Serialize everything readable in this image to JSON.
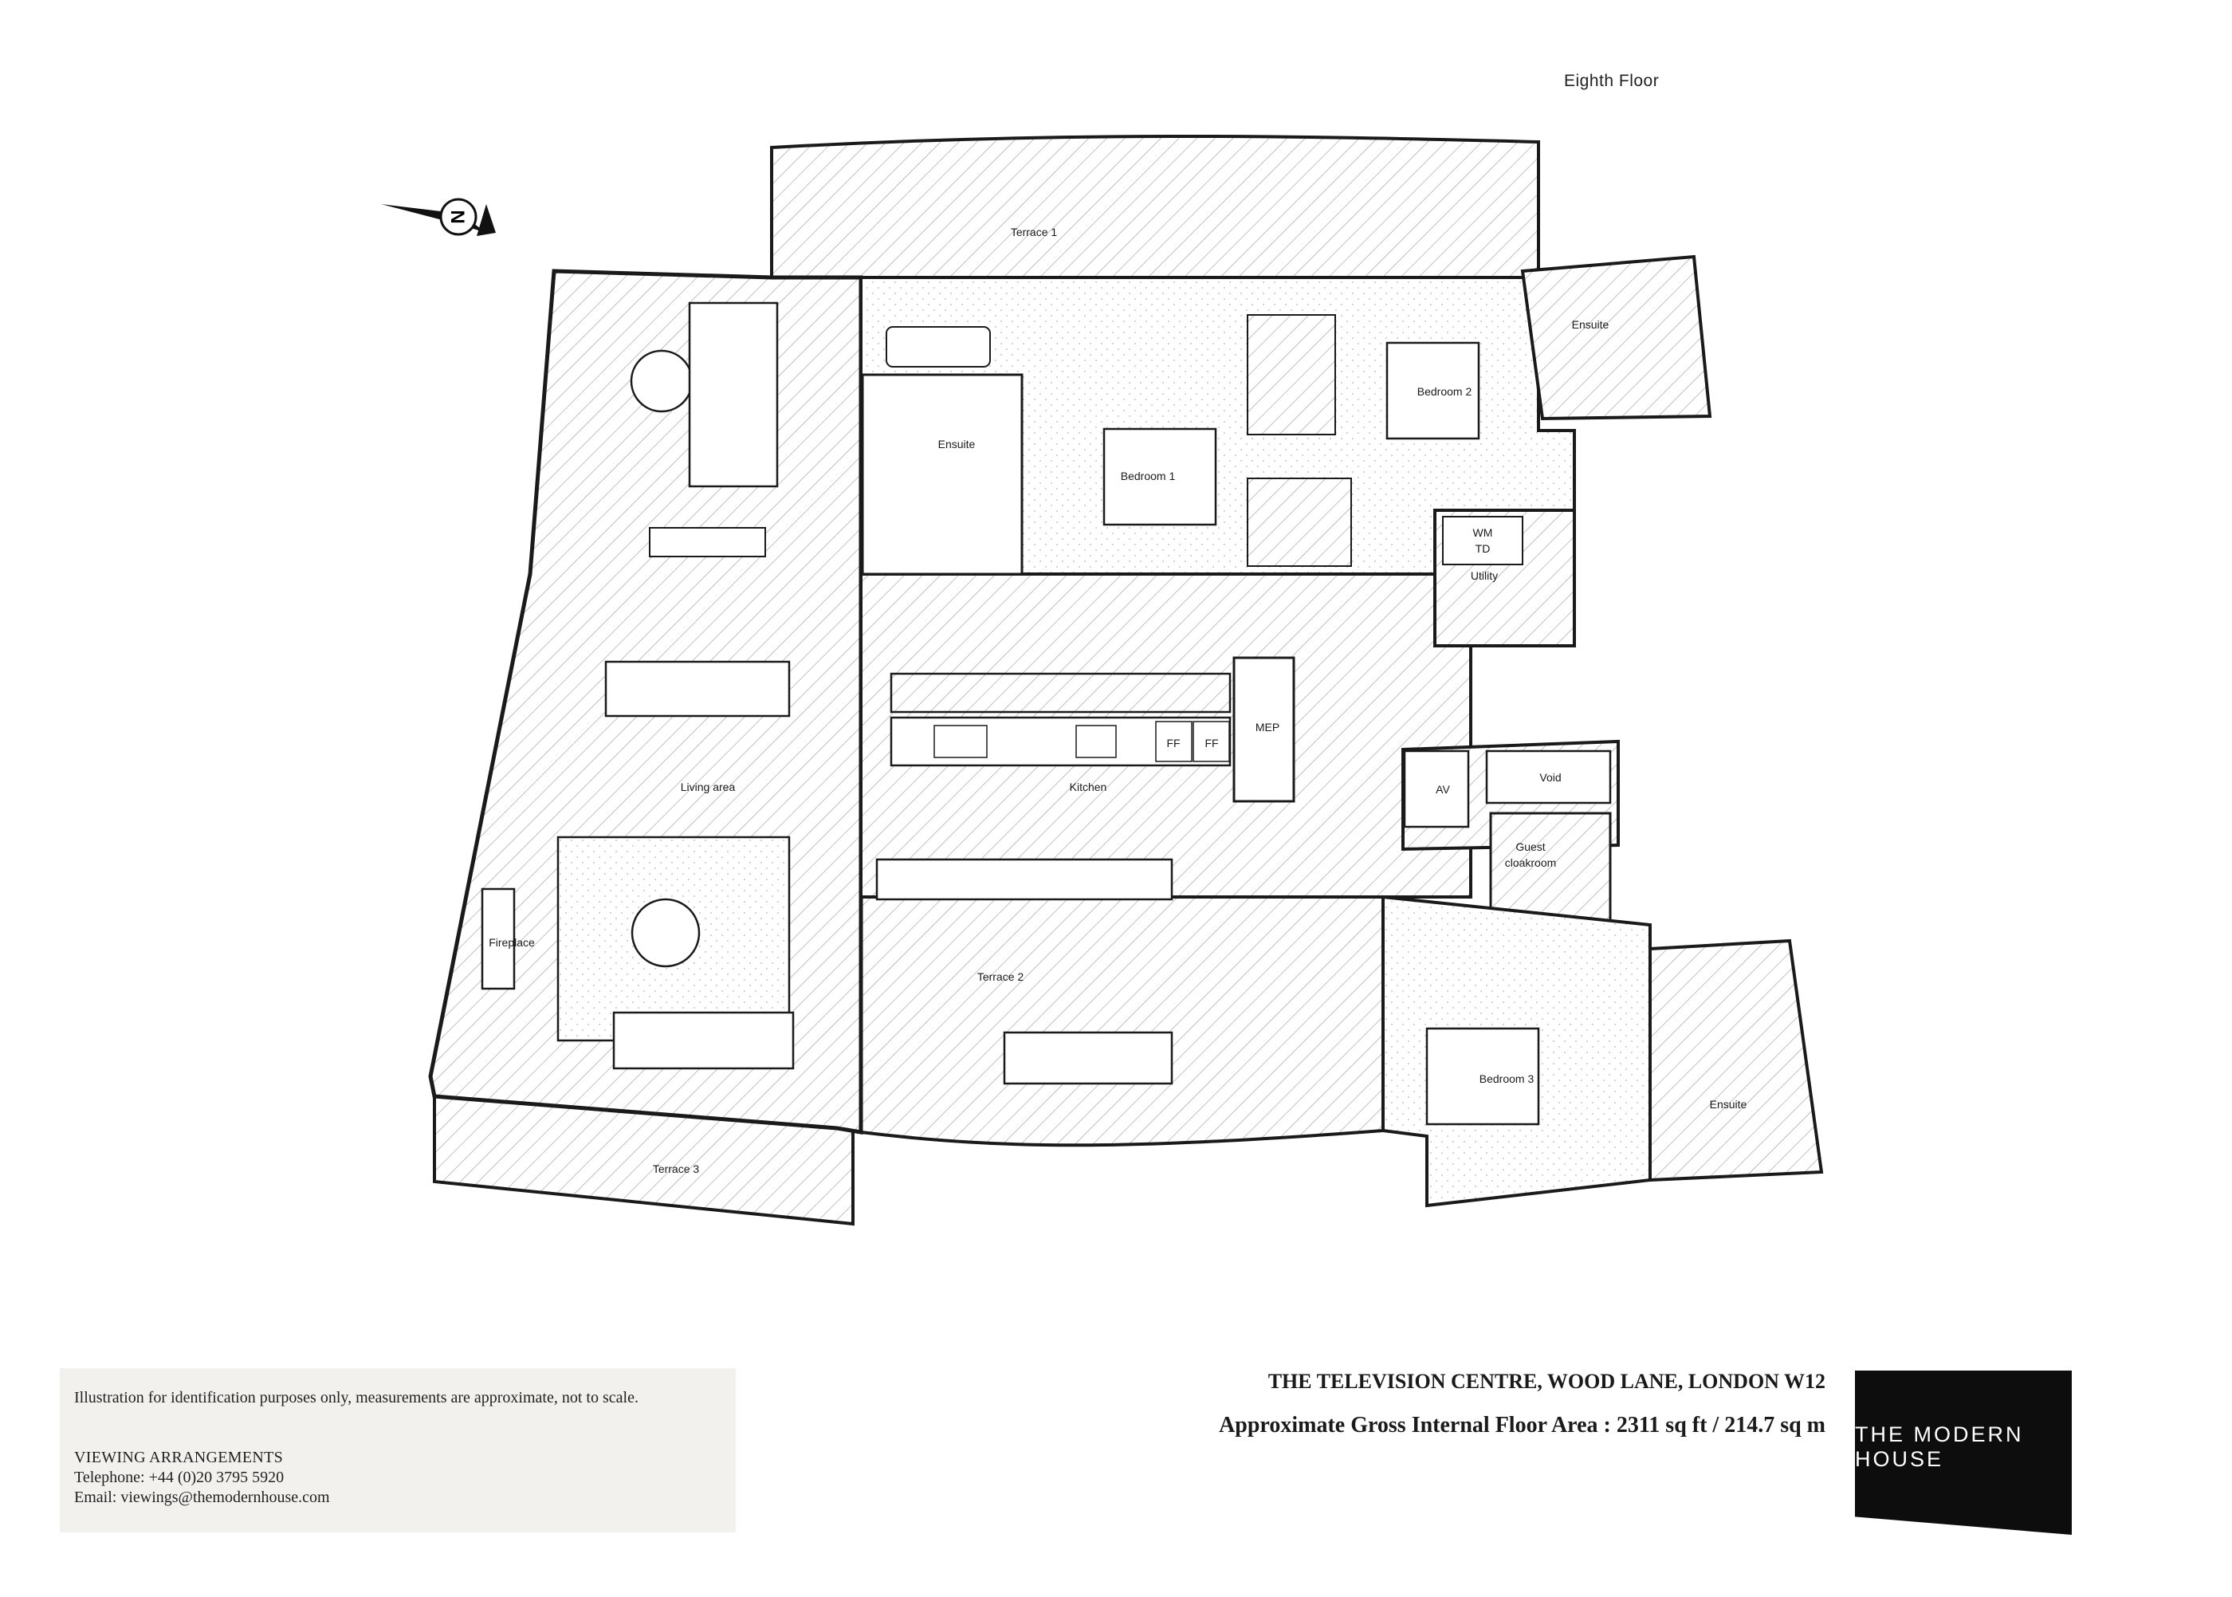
{
  "floor_label": "Eighth Floor",
  "compass_label": "N",
  "rooms": {
    "terrace_1": "Terrace 1",
    "terrace_2": "Terrace 2",
    "terrace_3": "Terrace 3",
    "ensuite_main": "Ensuite",
    "ensuite_2": "Ensuite",
    "ensuite_3": "Ensuite",
    "bedroom_1": "Bedroom 1",
    "bedroom_2": "Bedroom 2",
    "bedroom_3": "Bedroom 3",
    "wm": "WM",
    "td": "TD",
    "utility": "Utility",
    "mep": "MEP",
    "ff_1": "FF",
    "ff_2": "FF",
    "kitchen": "Kitchen",
    "living_area": "Living area",
    "av": "AV",
    "void": "Void",
    "guest_line1": "Guest",
    "guest_line2": "cloakroom",
    "fireplace": "Fireplace"
  },
  "footer": {
    "disclaimer": "Illustration for identification purposes only, measurements are approximate, not to scale.",
    "viewing_title": "VIEWING ARRANGEMENTS",
    "telephone": "Telephone: +44 (0)20 3795 5920",
    "email": "Email: viewings@themodernhouse.com",
    "address": "THE TELEVISION CENTRE, WOOD LANE, LONDON  W12",
    "area": "Approximate Gross Internal Floor Area : 2311 sq ft / 214.7 sq m",
    "brand": "THE MODERN HOUSE"
  },
  "colors": {
    "line": "#1a1a1a",
    "hatch": "#9a9a9a",
    "brand_bg": "#0d0d0d",
    "footer_box": "#f3f1ee"
  }
}
